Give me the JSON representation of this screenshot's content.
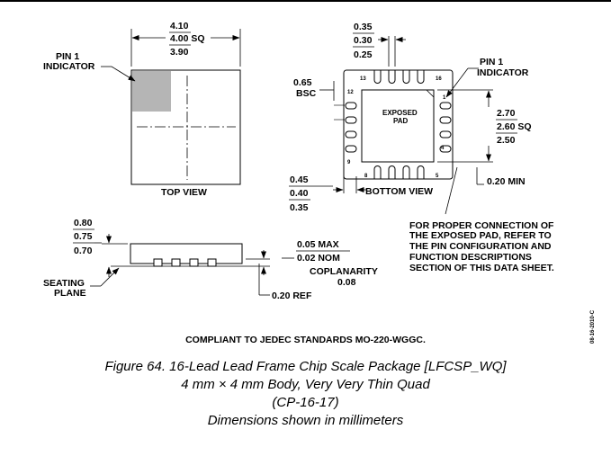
{
  "top_view": {
    "width_max": "4.10",
    "width_nom": "4.00 SQ",
    "width_min": "3.90",
    "pin1_line1": "PIN 1",
    "pin1_line2": "INDICATOR",
    "label": "TOP VIEW"
  },
  "bottom_view": {
    "lead_width_max": "0.35",
    "lead_width_nom": "0.30",
    "lead_width_min": "0.25",
    "pitch_value": "0.65",
    "pitch_label": "BSC",
    "pin1_line1": "PIN 1",
    "pin1_line2": "INDICATOR",
    "pad_max": "2.70",
    "pad_nom": "2.60 SQ",
    "pad_min": "2.50",
    "pad_clearance": "0.20 MIN",
    "lead_len_max": "0.45",
    "lead_len_nom": "0.40",
    "lead_len_min": "0.35",
    "pad_line1": "EXPOSED",
    "pad_line2": "PAD",
    "pin_numbers": [
      "13",
      "16",
      "12",
      "1",
      "9",
      "4",
      "8",
      "5"
    ],
    "label": "BOTTOM VIEW"
  },
  "note": [
    "FOR PROPER CONNECTION OF",
    "THE EXPOSED PAD, REFER TO",
    "THE PIN CONFIGURATION AND",
    "FUNCTION DESCRIPTIONS",
    "SECTION OF THIS DATA SHEET."
  ],
  "side_view": {
    "height_max": "0.80",
    "height_nom": "0.75",
    "height_min": "0.70",
    "standoff_max": "0.05 MAX",
    "standoff_nom": "0.02 NOM",
    "coplanarity_label": "COPLANARITY",
    "coplanarity_value": "0.08",
    "seating_line1": "SEATING",
    "seating_line2": "PLANE",
    "ref": "0.20 REF"
  },
  "date_code": "08-16-2010-C",
  "compliance": "COMPLIANT TO JEDEC STANDARDS MO-220-WGGC.",
  "caption": [
    "Figure 64. 16-Lead Lead Frame Chip Scale Package [LFCSP_WQ]",
    "4 mm × 4 mm Body, Very Very Thin Quad",
    "(CP-16-17)",
    "Dimensions shown in millimeters"
  ]
}
